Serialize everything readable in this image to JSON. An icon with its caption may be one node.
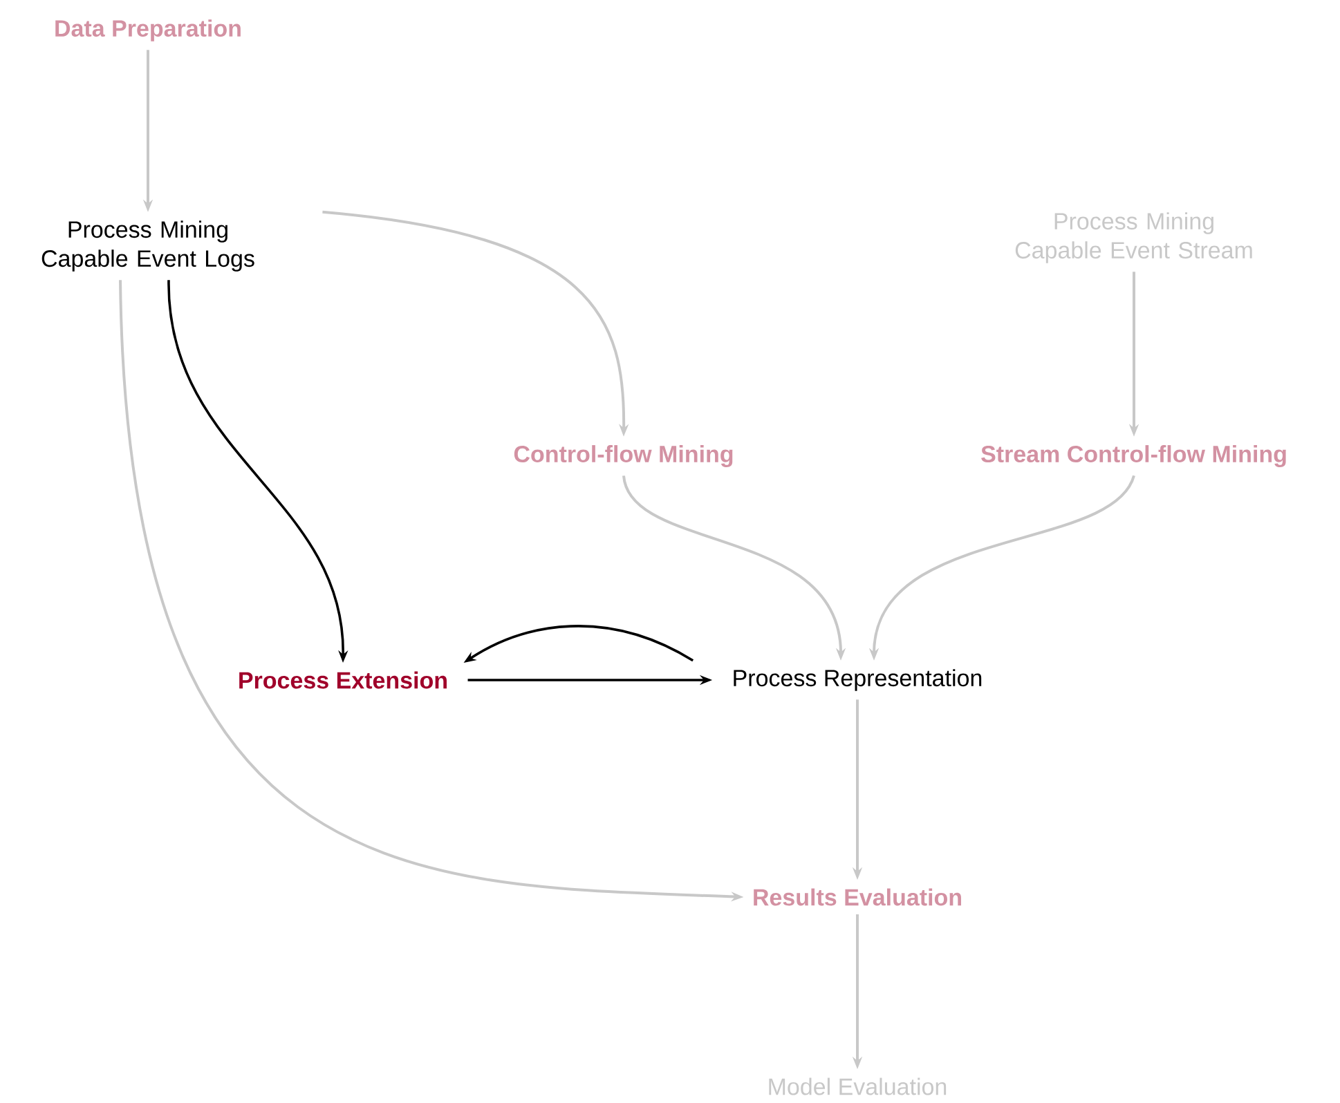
{
  "diagram": {
    "nodes": [
      {
        "text": [
          "Data Preparation"
        ]
      },
      {
        "text": [
          "Process Mining Capable Event Logs"
        ]
      },
      {
        "text": [
          "Process Mining Capable Event Stream"
        ]
      },
      {
        "text": [
          "Control-flow Mining"
        ]
      },
      {
        "text": [
          "Stream Control-flow Mining"
        ]
      },
      {
        "text": [
          "Process Extension"
        ]
      },
      {
        "text": [
          "Process Representation"
        ]
      },
      {
        "text": [
          "Results Evaluation"
        ]
      },
      {
        "text": [
          "Model Evaluation"
        ]
      }
    ],
    "edges": [
      {
        "from": 0,
        "to": 1,
        "arrow": "to"
      },
      {
        "from": 1,
        "to": 3,
        "arrow": "to"
      },
      {
        "from": 2,
        "to": 4,
        "arrow": "to"
      },
      {
        "from": 1,
        "to": 5,
        "arrow": "to",
        "color": "#000000"
      },
      {
        "from": 1,
        "to": 7,
        "arrow": "to"
      },
      {
        "from": 3,
        "to": 6,
        "arrow": "to"
      },
      {
        "from": 4,
        "to": 6,
        "arrow": "to"
      },
      {
        "from": 6,
        "to": 5,
        "arrow": "to",
        "color": "#000000"
      },
      {
        "from": 5,
        "to": 6,
        "arrow": "to",
        "color": "#000000"
      },
      {
        "from": 6,
        "to": 7,
        "arrow": "to"
      },
      {
        "from": 7,
        "to": 8,
        "arrow": "to"
      }
    ]
  }
}
